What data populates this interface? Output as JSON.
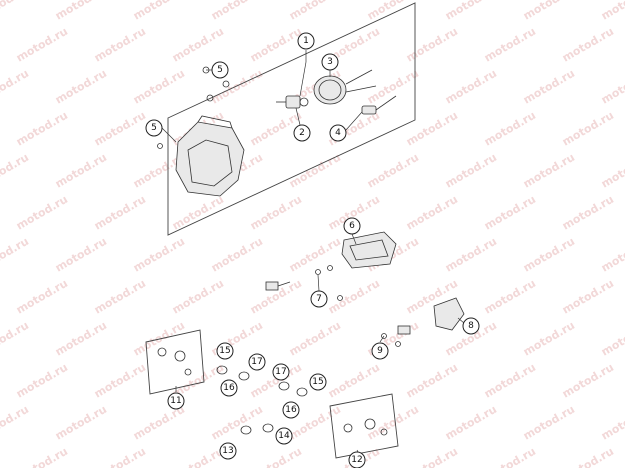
{
  "watermark": "motod.ru",
  "callouts": [
    "1",
    "2",
    "3",
    "4",
    "5",
    "5",
    "6",
    "7",
    "8",
    "9",
    "11",
    "12",
    "13",
    "14",
    "15",
    "15",
    "16",
    "16",
    "17",
    "17"
  ]
}
